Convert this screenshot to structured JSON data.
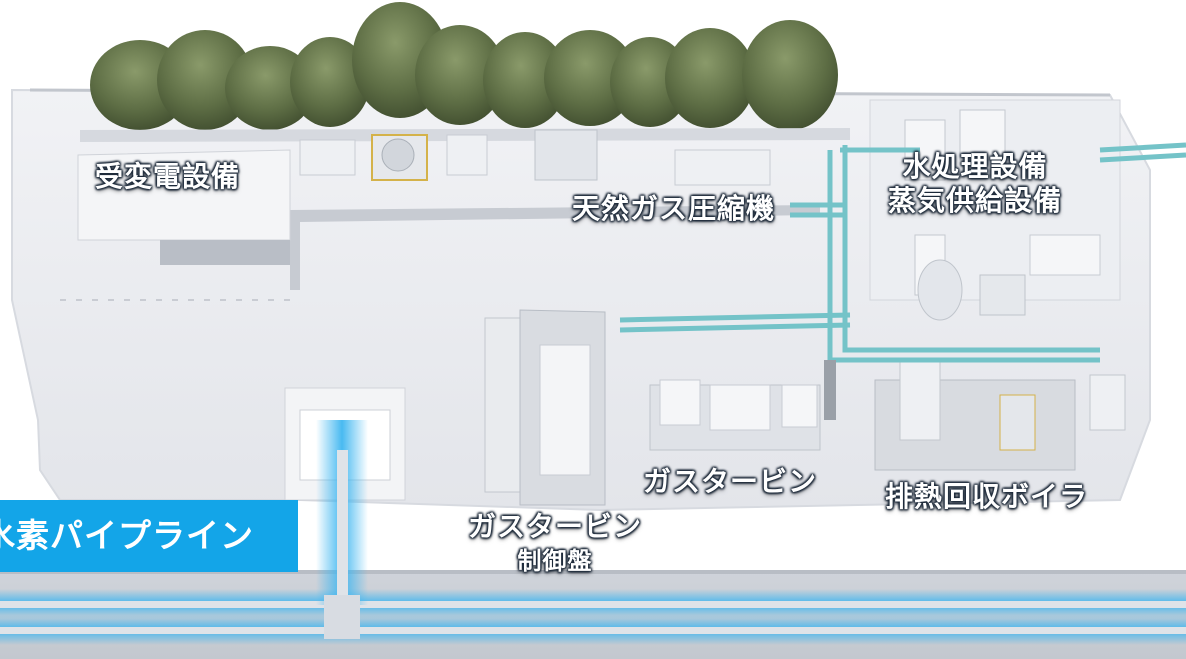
{
  "colors": {
    "pipeline_blue": "#13a5e8",
    "pipe_teal": "#74c3c8",
    "ground": "#e9ebef",
    "trees": "#5b6b42"
  },
  "icons": [
    "tree-icon",
    "hydrogen-pipeline-icon"
  ],
  "labels": {
    "substation": "受変電設備",
    "gas_compressor": "天然ガス圧縮機",
    "water_treatment": "水処理設備",
    "steam_supply": "蒸気供給設備",
    "gas_turbine": "ガスタービン",
    "hrsg": "排熱回収ボイラ",
    "gt_control_panel_line1": "ガスタービン",
    "gt_control_panel_line2": "制御盤"
  },
  "banner": {
    "hydrogen_pipeline": "水素パイプライン"
  }
}
